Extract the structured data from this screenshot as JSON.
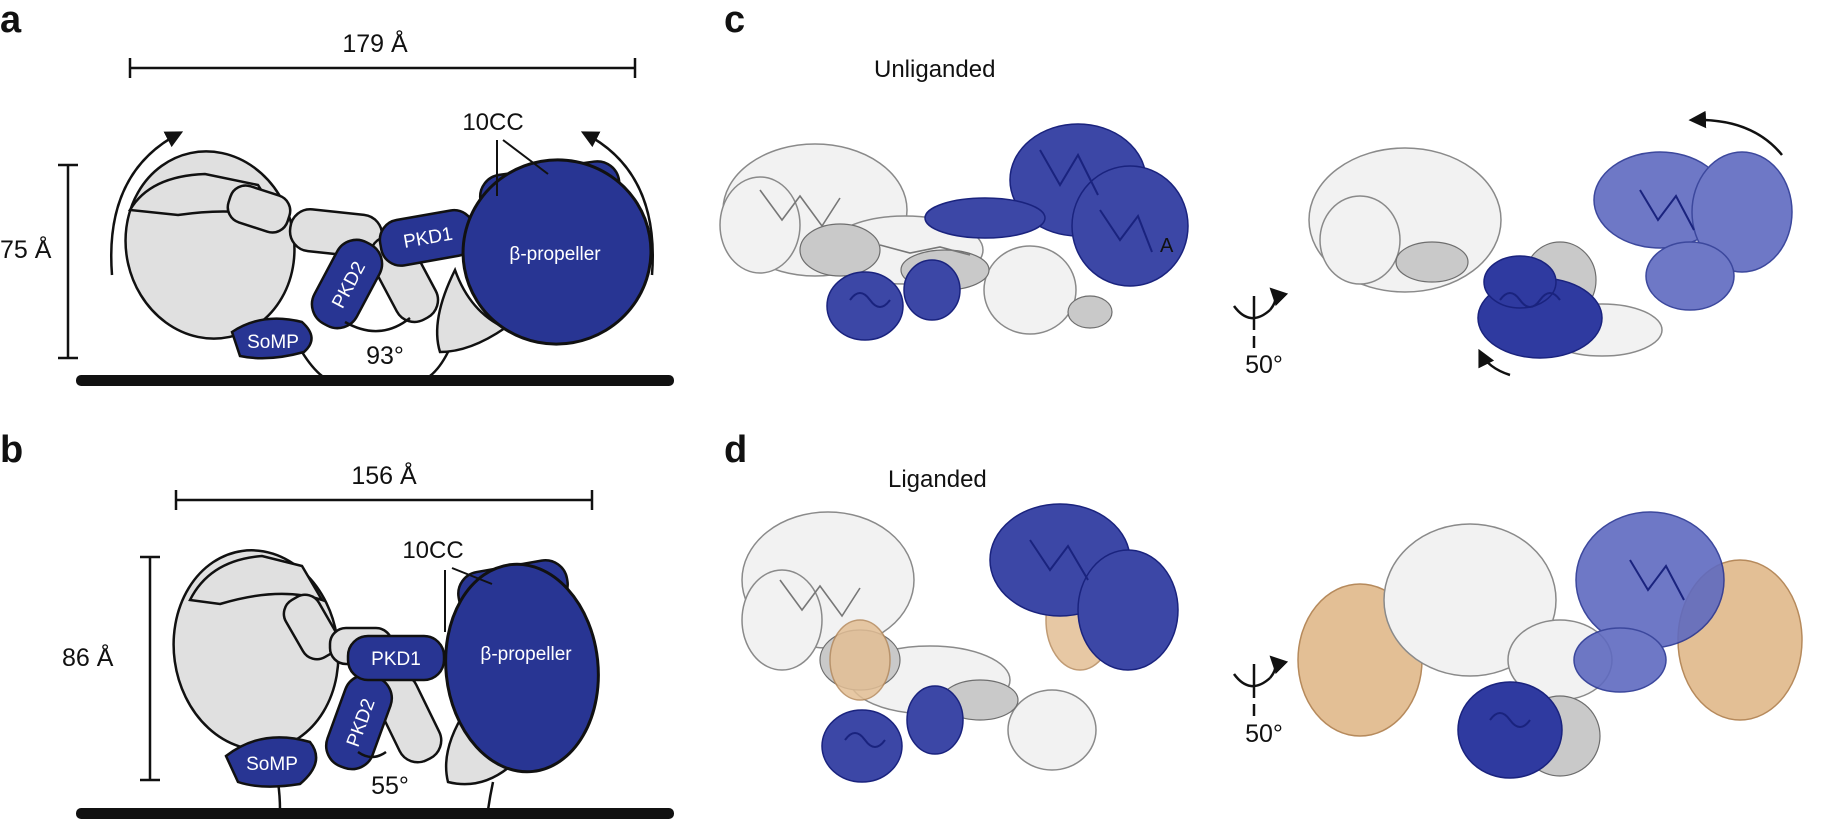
{
  "panels": {
    "a": {
      "letter": "a",
      "width": "179 Å",
      "height": "75 Å",
      "angle": "93°",
      "domains": {
        "ten_cc": "10CC",
        "propeller": "β-propeller",
        "pkd1": "PKD1",
        "pkd2": "PKD2",
        "somp": "SoMP"
      }
    },
    "b": {
      "letter": "b",
      "width": "156 Å",
      "height": "86 Å",
      "angle": "55°",
      "domains": {
        "ten_cc": "10CC",
        "propeller": "β-propeller",
        "pkd1": "PKD1",
        "pkd2": "PKD2",
        "somp": "SoMP"
      }
    },
    "c": {
      "letter": "c",
      "title": "Unliganded",
      "rotation": "50°",
      "inset_label": "A"
    },
    "d": {
      "letter": "d",
      "title": "Liganded",
      "rotation": "50°"
    }
  },
  "colors": {
    "blue": "#283593",
    "grey": "#e0e0e0",
    "grey_dark": "#9e9e9e",
    "tan": "#e3bf95",
    "outline": "#111111"
  },
  "icons": [
    "rotation-arrow-icon",
    "curved-arrow-icon"
  ]
}
